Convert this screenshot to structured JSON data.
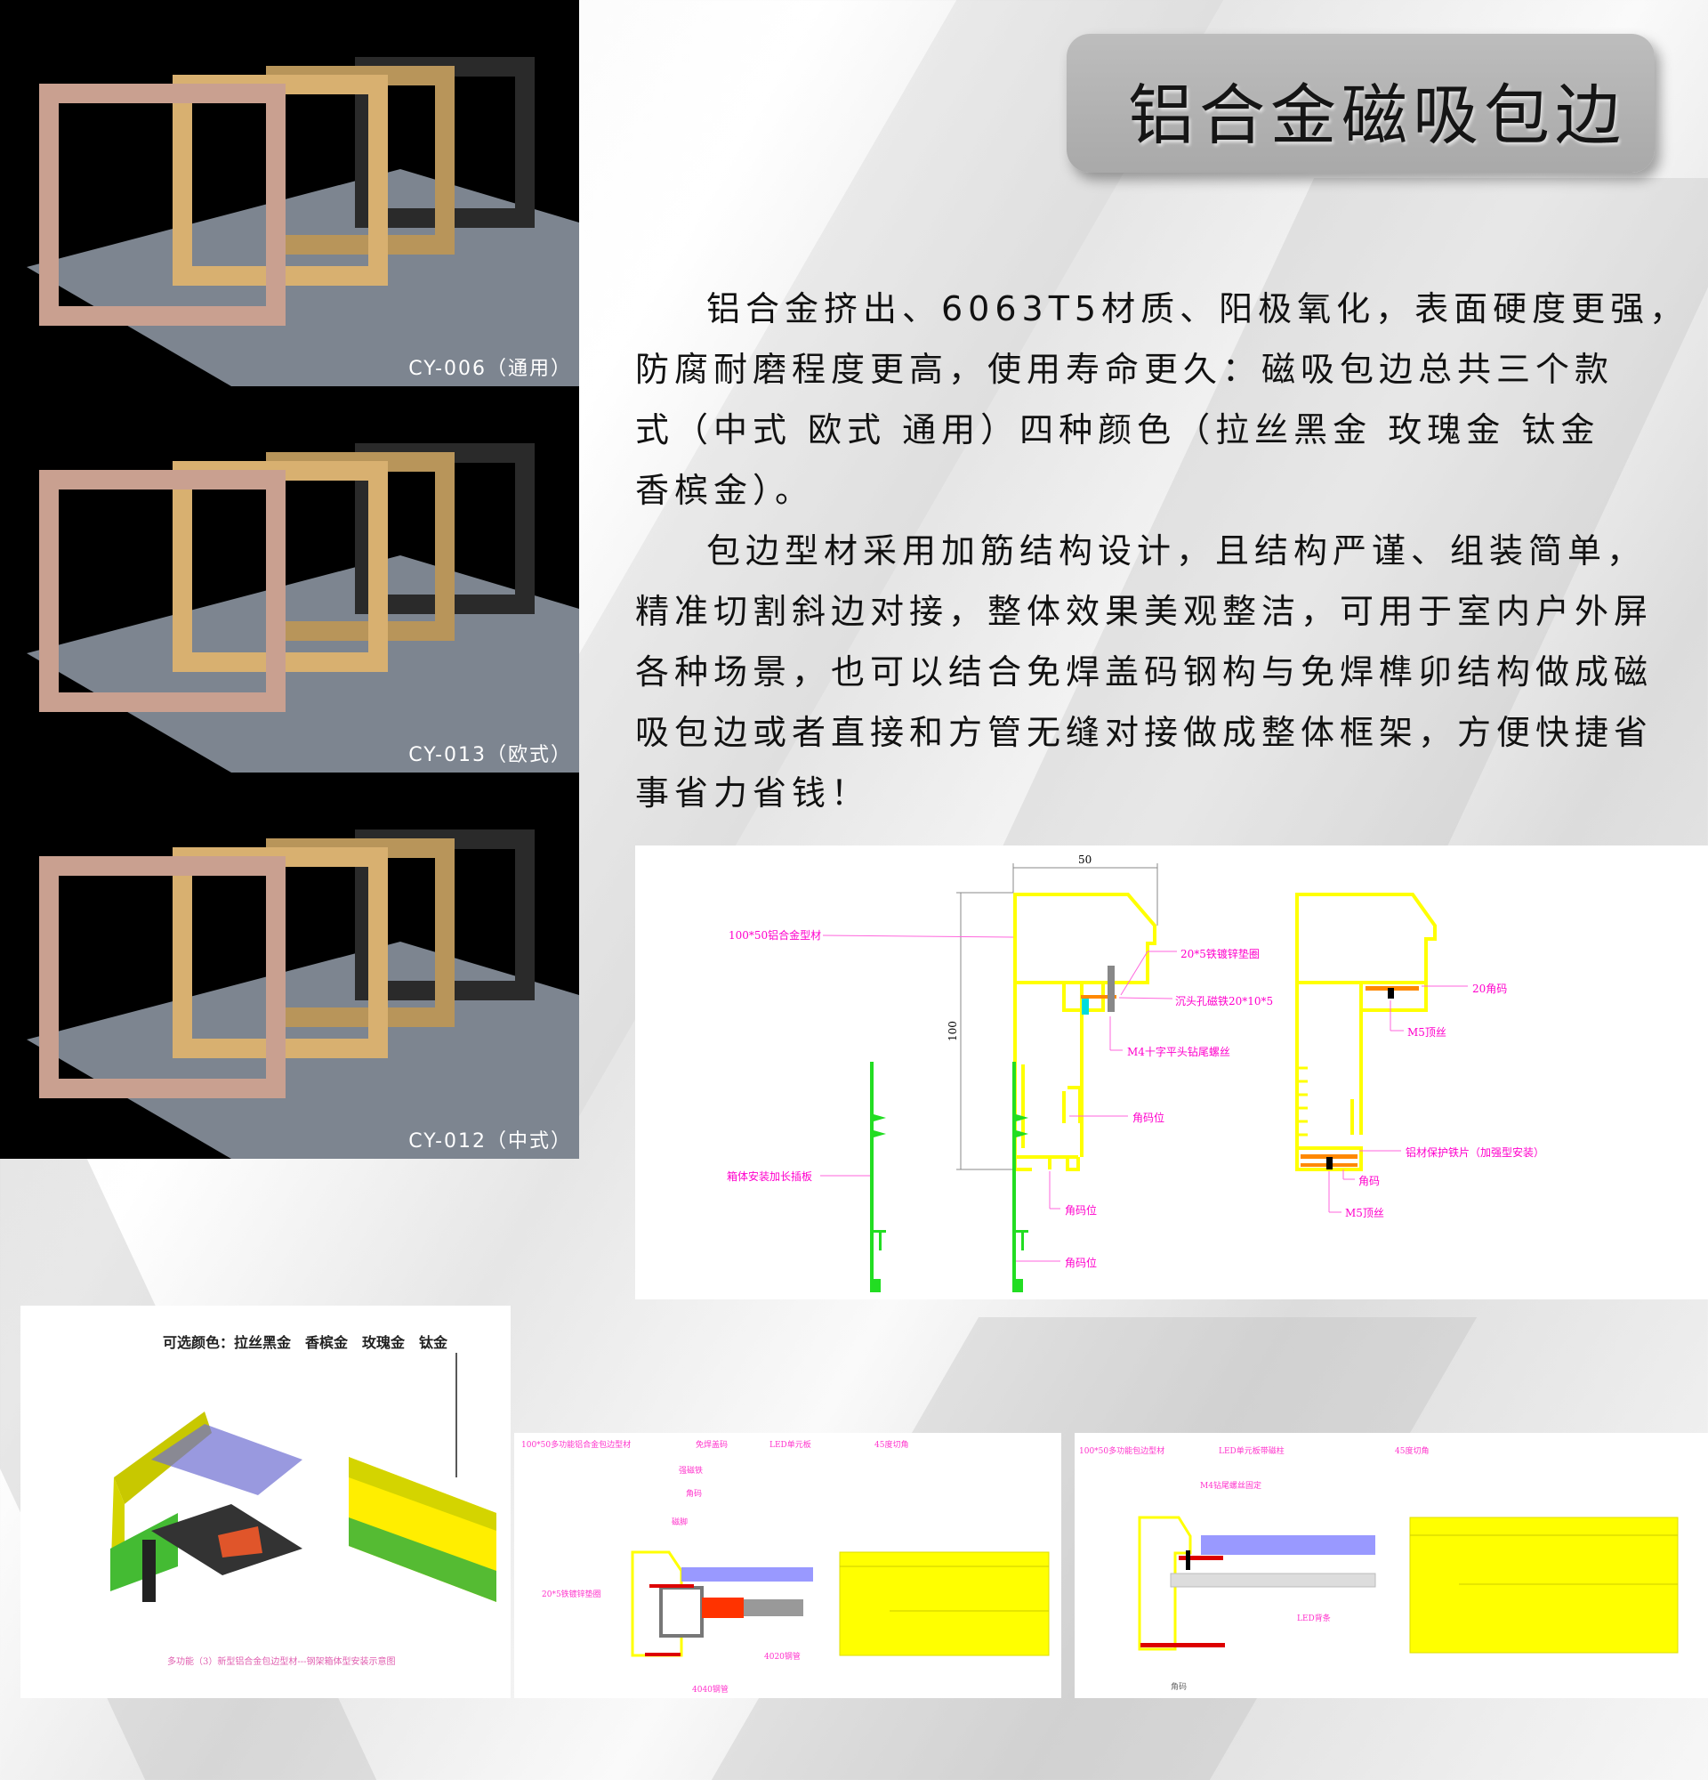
{
  "title": "铝合金磁吸包边",
  "photos": [
    {
      "caption": "CY-006（通用）"
    },
    {
      "caption": "CY-013（欧式）"
    },
    {
      "caption": "CY-012（中式）"
    }
  ],
  "description": {
    "paragraph1": [
      "铝合金挤出、6063T5材质、阳极氧化，表面硬度更强，",
      "防腐耐磨程度更高，使用寿命更久：磁吸包边总共三个款",
      "式（中式 欧式 通用）四种颜色（拉丝黑金 玫瑰金 钛金",
      "香槟金）。"
    ],
    "paragraph2": [
      "包边型材采用加筋结构设计，且结构严谨、组装简单，",
      "精准切割斜边对接，整体效果美观整洁，可用于室内户外屏",
      "各种场景，也可以结合免焊盖码钢构与免焊榫卯结构做成磁",
      "吸包边或者直接和方管无缝对接做成整体框架，方便快捷省",
      "事省力省钱！"
    ]
  },
  "section_diagram": {
    "dim_width": "50",
    "dim_height": "100",
    "labels": {
      "profile": "100*50铝合金型材",
      "washer": "20*5铁镀锌垫圈",
      "magnet": "沉头孔磁铁20*10*5",
      "screw": "M4十字平头钻尾螺丝",
      "corner_pos1": "角码位",
      "insert_plate": "箱体安装加长插板",
      "corner_pos2": "角码位",
      "corner_pos3": "角码位",
      "corner20": "20角码",
      "m5_top": "M5顶丝",
      "protect_plate": "铝材保护铁片（加强型安装）",
      "corner": "角码",
      "m5_bottom": "M5顶丝"
    }
  },
  "iso_panel": {
    "colors_title": "可选颜色：拉丝黑金　香槟金　玫瑰金　钛金",
    "caption": "多功能（3）新型铝合金包边型材---钢架箱体型安装示意图"
  },
  "steel_panel": {
    "labels": {
      "profile": "100*50多功能铝合金包边型材",
      "cover": "免焊盖码",
      "led": "LED单元板",
      "cut": "45度切角",
      "magnet": "强磁铁",
      "corner": "角码",
      "foot": "磁脚",
      "washer": "20*5铁镀锌垫圈",
      "tube4020": "4020钢管",
      "tube4040": "4040钢管"
    }
  },
  "led_panel": {
    "labels": {
      "profile": "100*50多功能包边型材",
      "led": "LED单元板带磁柱",
      "cut": "45度切角",
      "screw": "M4钻尾螺丝固定",
      "back": "LED背条",
      "corner": "角码"
    }
  },
  "colors": {
    "profile": "#ffff00",
    "plate": "#22dd22",
    "label": "#ff00cc",
    "led": "#9999ff"
  }
}
